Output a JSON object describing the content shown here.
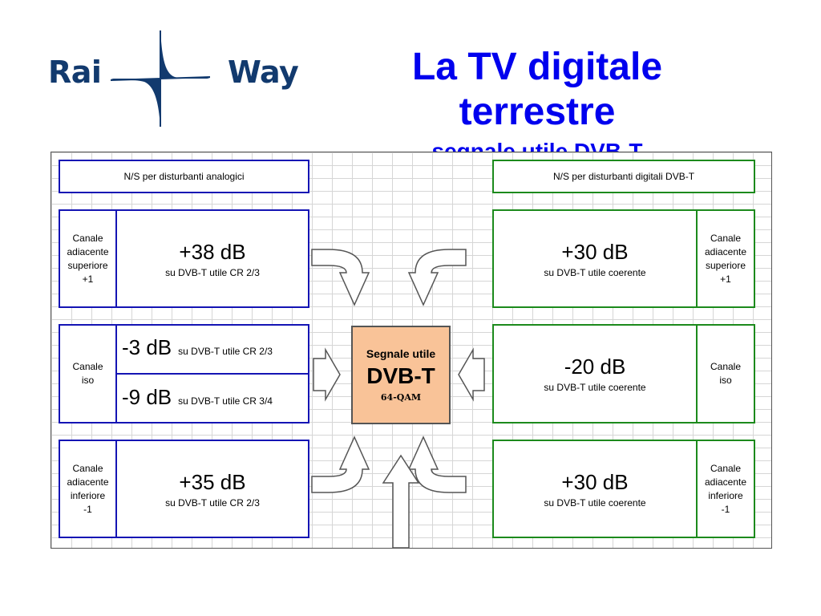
{
  "logo": {
    "left_text": "Rai",
    "right_text": "Way",
    "icon": "rai-way-sail-icon",
    "color": "#123a6e"
  },
  "title": {
    "line1": "La TV digitale",
    "line2": "terrestre",
    "subtitle": "segnale utile DVB-T",
    "color": "#0000ee"
  },
  "diagram": {
    "analog": {
      "header": "N/S per disturbanti analogici",
      "color": "#1414b4",
      "upper": {
        "side": [
          "Canale",
          "adiacente",
          "superiore",
          "+1"
        ],
        "value": "+38 dB",
        "desc": "su DVB-T utile CR 2/3"
      },
      "iso": {
        "side": [
          "Canale",
          "iso"
        ],
        "value1": "-3 dB",
        "desc1": "su DVB-T utile CR 2/3",
        "value2": "-9 dB",
        "desc2": "su DVB-T utile CR 3/4"
      },
      "lower": {
        "side": [
          "Canale",
          "adiacente",
          "inferiore",
          "-1"
        ],
        "value": "+35 dB",
        "desc": "su DVB-T utile CR 2/3"
      }
    },
    "digital": {
      "header": "N/S per disturbanti digitali DVB-T",
      "color": "#1c8a1c",
      "upper": {
        "side": [
          "Canale",
          "adiacente",
          "superiore",
          "+1"
        ],
        "value": "+30 dB",
        "desc": "su DVB-T utile coerente"
      },
      "iso": {
        "side": [
          "Canale",
          "iso"
        ],
        "value": "-20 dB",
        "desc": "su DVB-T utile coerente"
      },
      "lower": {
        "side": [
          "Canale",
          "adiacente",
          "inferiore",
          "-1"
        ],
        "value": "+30 dB",
        "desc": "su DVB-T utile coerente"
      }
    },
    "useful_signal": {
      "line1": "Segnale utile",
      "line2": "DVB-T",
      "line3": "64-QAM",
      "color": "#f9c398"
    }
  }
}
